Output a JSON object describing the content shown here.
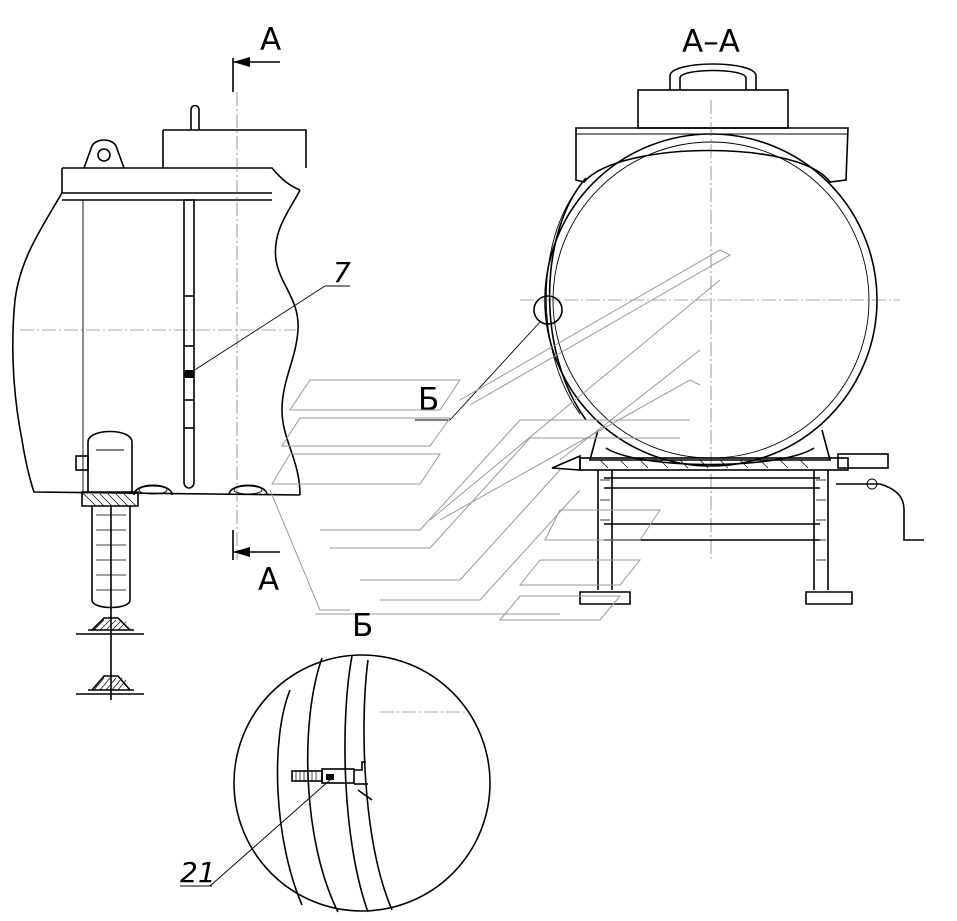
{
  "labels": {
    "section_top": "А",
    "section_bottom": "А",
    "section_view_title": "А–А",
    "detail_ref_label": "Б",
    "detail_ref_label_bottom": "Б",
    "callout_7": "7",
    "callout_21": "21"
  }
}
